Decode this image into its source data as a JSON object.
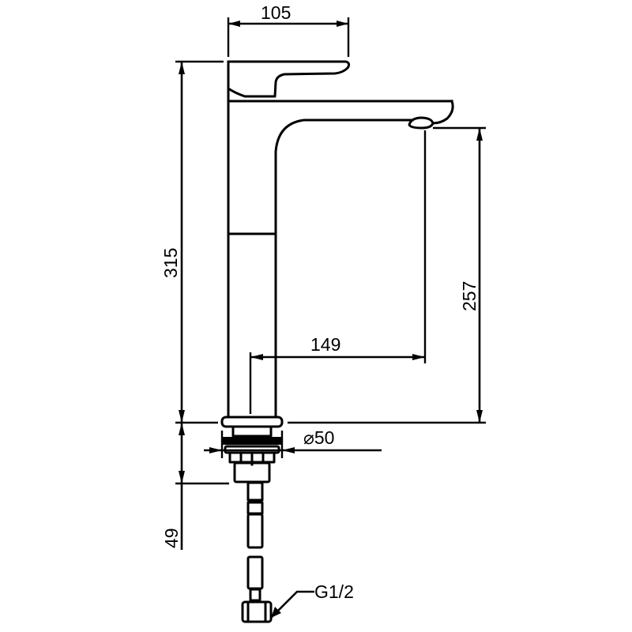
{
  "drawing": {
    "type": "technical-dimension-drawing",
    "subject": "tall basin mixer tap with pop-up waste and flexible hose",
    "line_color": "#000000",
    "background_color": "#ffffff"
  },
  "dimensions": {
    "handle_length": {
      "value": "105",
      "orientation": "horizontal"
    },
    "total_height": {
      "value": "315",
      "orientation": "vertical"
    },
    "spout_height": {
      "value": "257",
      "orientation": "vertical"
    },
    "spout_reach": {
      "value": "149",
      "orientation": "horizontal"
    },
    "base_diameter": {
      "value": "⌀50",
      "orientation": "horizontal"
    },
    "fixing_height": {
      "value": "49",
      "orientation": "vertical"
    },
    "hose_connection": {
      "value": "G1/2",
      "type": "leader-callout"
    }
  }
}
